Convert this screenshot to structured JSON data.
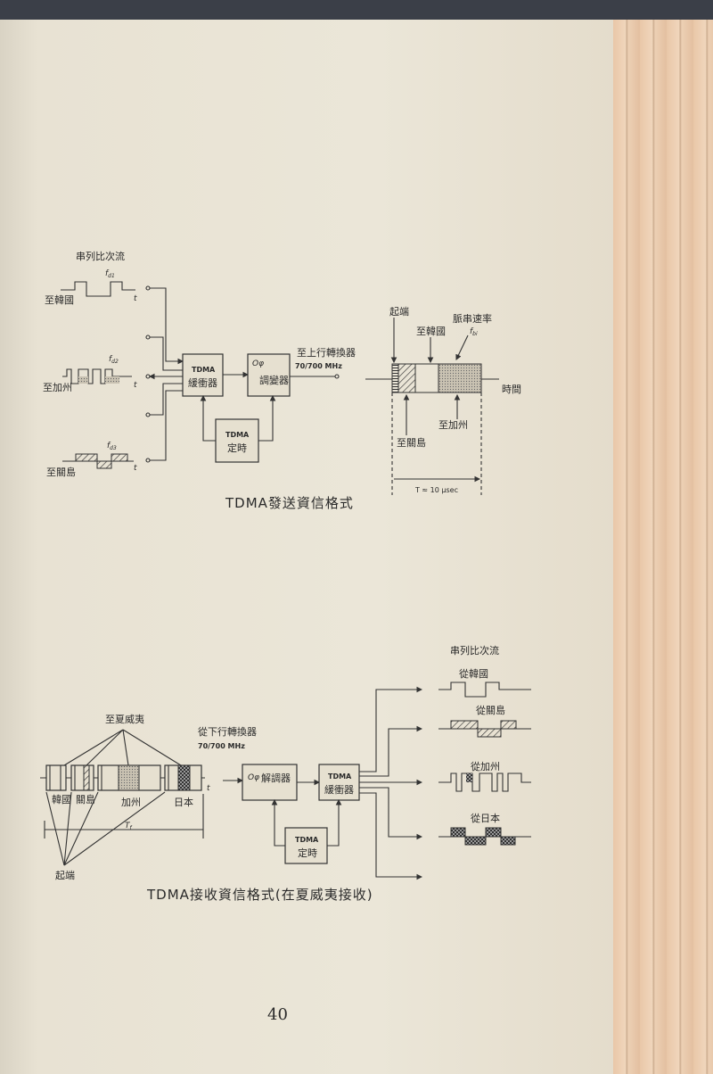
{
  "page_number": "40",
  "transmit": {
    "caption": "TDMA發送資信格式",
    "stream_title": "串列比次流",
    "streams": [
      {
        "label": "至韓國",
        "rate": "f",
        "rate_sub": "d1"
      },
      {
        "label": "至加州",
        "rate": "f",
        "rate_sub": "d2"
      },
      {
        "label": "至關島",
        "rate": "f",
        "rate_sub": "d3"
      }
    ],
    "t": "t",
    "buffer": {
      "line1": "TDMA",
      "line2": "緩衝器"
    },
    "modulator": {
      "line1": "Oφ",
      "line2": "調變器"
    },
    "timing": {
      "line1": "TDMA",
      "line2": "定時"
    },
    "output_label": "至上行轉換器",
    "output_freq": "70/700 MHz",
    "frame": {
      "start": "起端",
      "korea": "至韓國",
      "burst_rate": "脈串速率",
      "burst_sym": "f",
      "burst_sub": "bi",
      "time": "時間",
      "guam": "至關島",
      "california": "至加州",
      "period": "T ≈ 10 μsec"
    }
  },
  "receive": {
    "caption": "TDMA接收資信格式(在夏威夷接收)",
    "to_hawaii": "至夏威夷",
    "bursts": [
      "韓國",
      "關島",
      "加州",
      "日本"
    ],
    "t": "t",
    "frame_period": "T",
    "frame_sub": "f",
    "start": "起端",
    "input_label": "從下行轉換器",
    "input_freq": "70/700 MHz",
    "demodulator": {
      "line1": "Oφ",
      "line2": "解調器"
    },
    "buffer": {
      "line1": "TDMA",
      "line2": "緩衝器"
    },
    "timing": {
      "line1": "TDMA",
      "line2": "定時"
    },
    "stream_title": "串列比次流",
    "streams": [
      "從韓國",
      "從關島",
      "從加州",
      "從日本"
    ]
  }
}
